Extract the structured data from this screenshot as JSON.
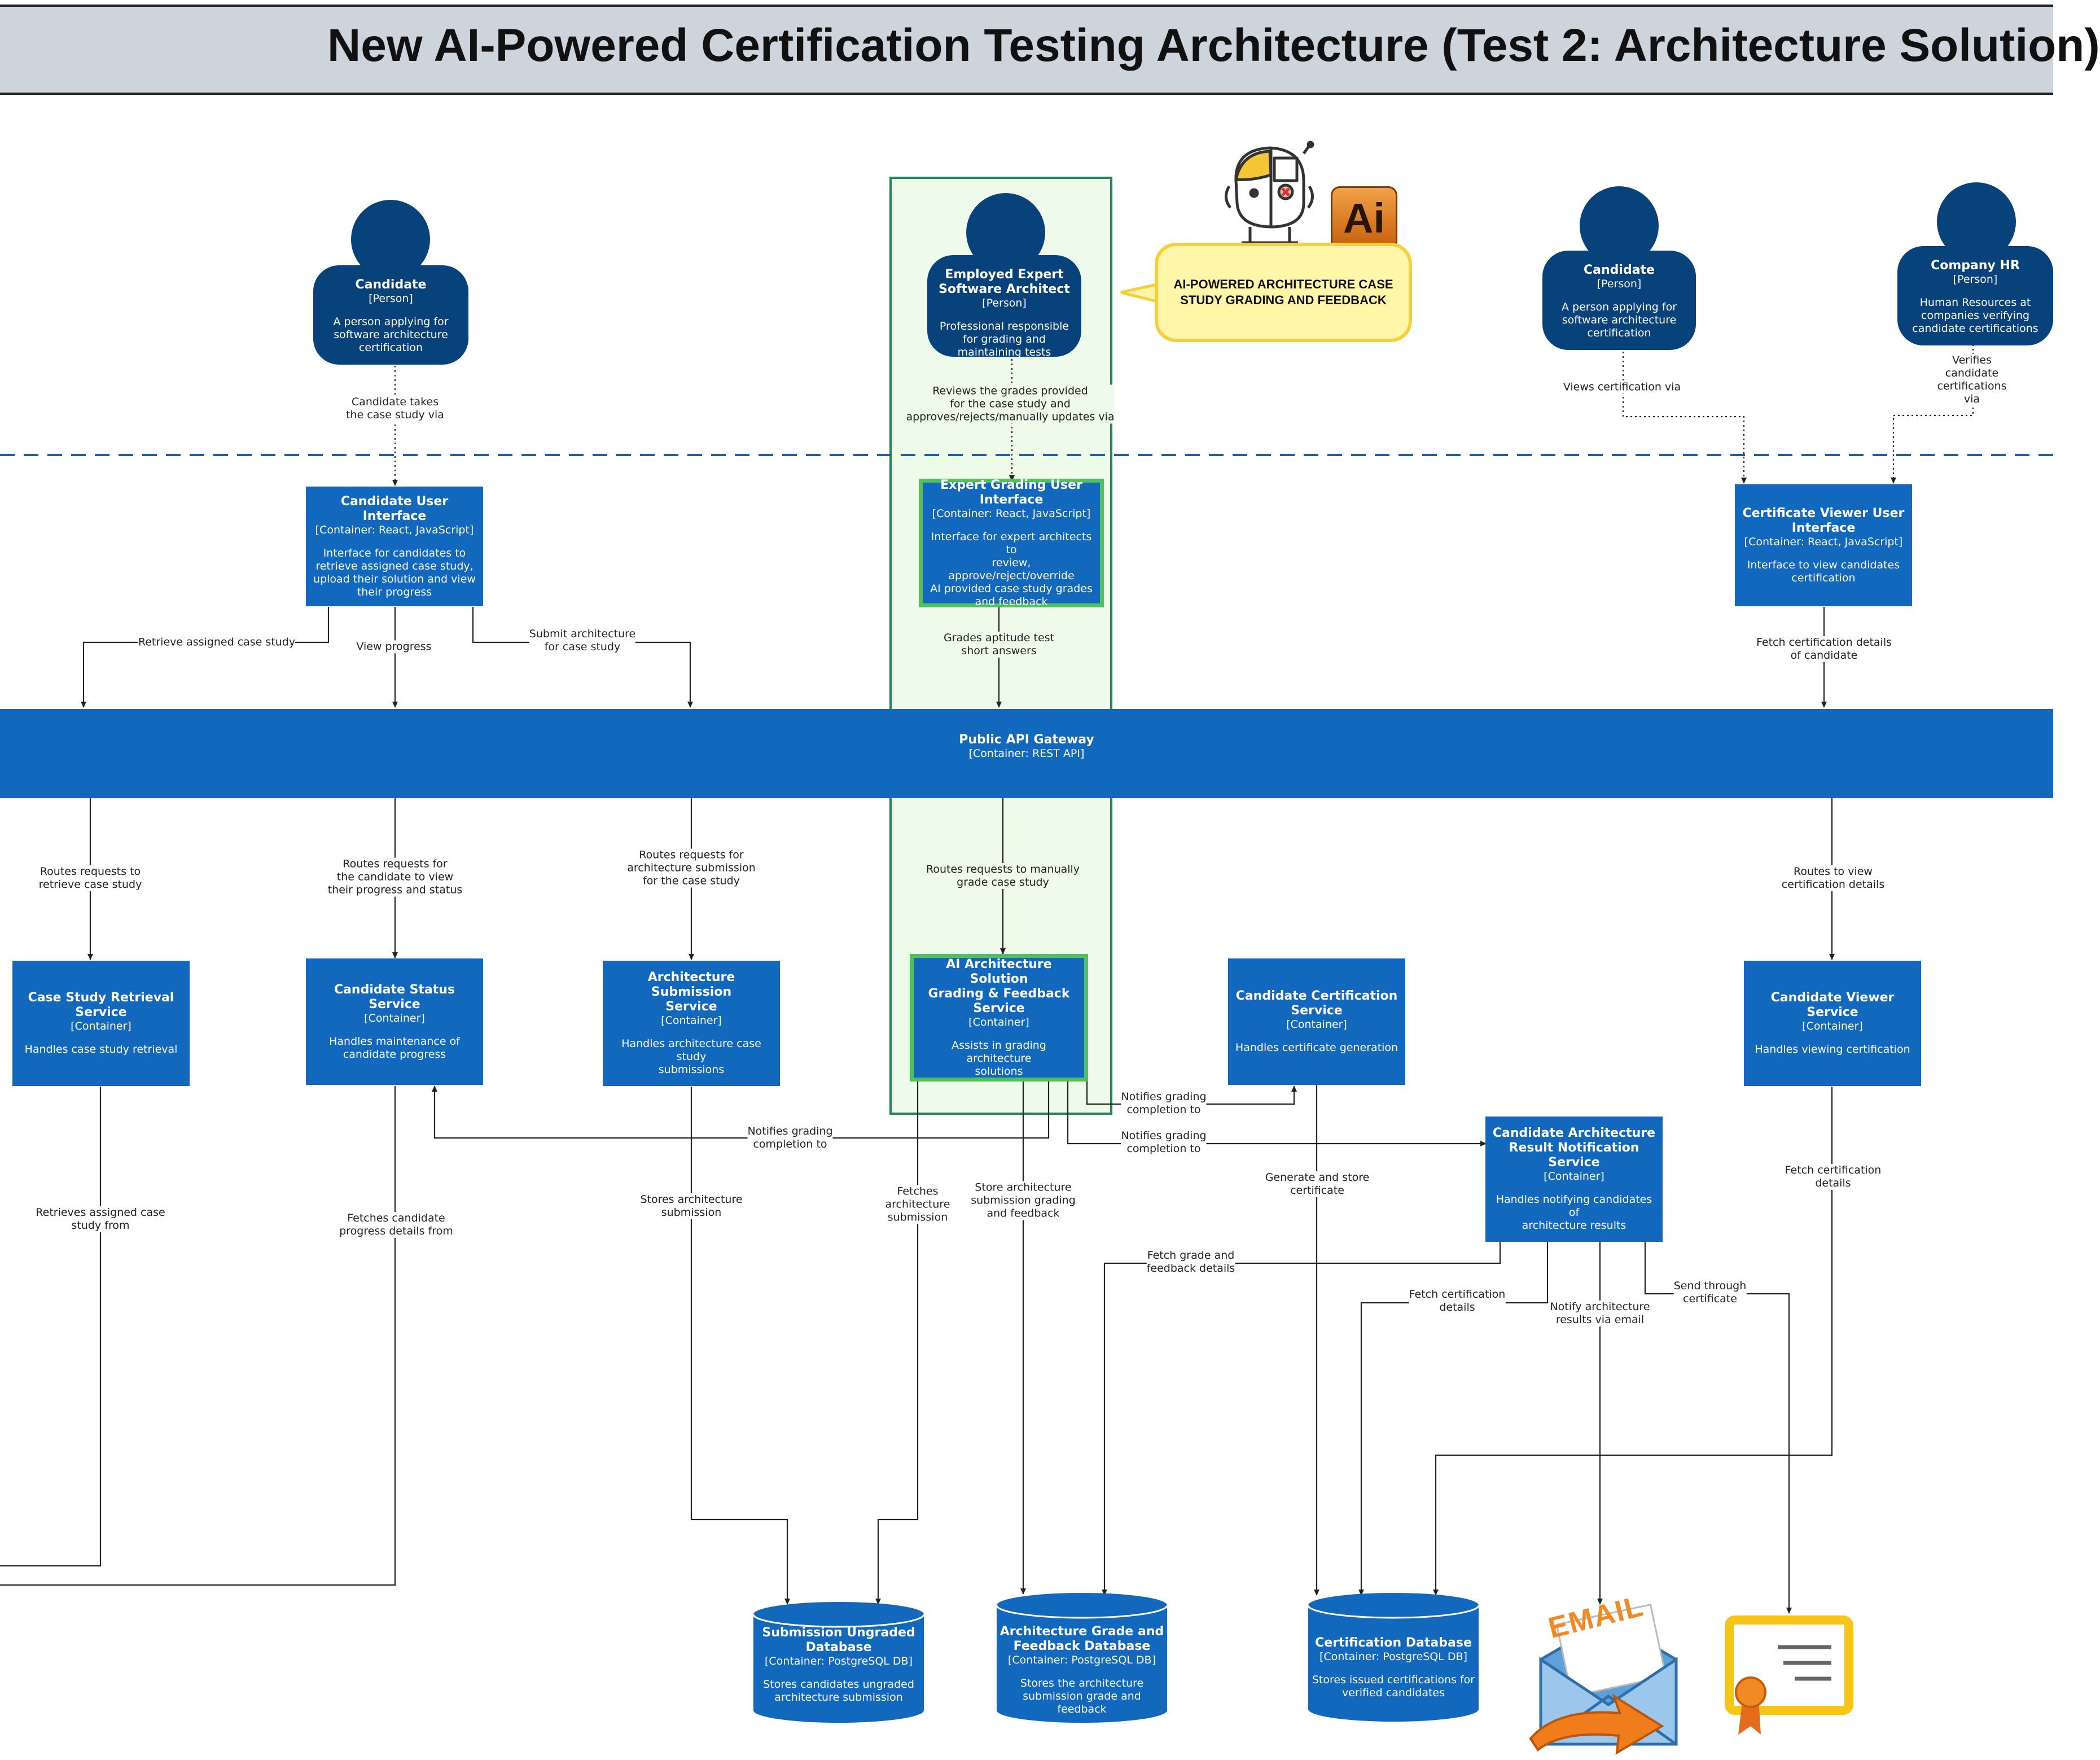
{
  "title": "New AI-Powered Certification Testing Architecture (Test 2: Architecture Solution)",
  "callout": "AI-POWERED ARCHITECTURE CASE\nSTUDY GRADING AND FEEDBACK",
  "ai_badge": "Ai",
  "email_art_text": "EMAIL",
  "persons": {
    "candidate_left": {
      "name": "Candidate",
      "type": "[Person]",
      "desc": "A person applying for\nsoftware architecture\ncertification"
    },
    "expert": {
      "name": "Employed Expert\nSoftware Architect",
      "type": "[Person]",
      "desc": "Professional responsible\nfor grading and\nmaintaining tests"
    },
    "candidate_right": {
      "name": "Candidate",
      "type": "[Person]",
      "desc": "A person applying for\nsoftware architecture\ncertification"
    },
    "company_hr": {
      "name": "Company HR",
      "type": "[Person]",
      "desc": "Human Resources at\ncompanies verifying\ncandidate certifications"
    }
  },
  "containers": {
    "candidate_ui": {
      "name": "Candidate User Interface",
      "type": "[Container: React, JavaScript]",
      "desc": "Interface for candidates to\nretrieve assigned case study,\nupload their solution and view\ntheir progress"
    },
    "expert_ui": {
      "name": "Expert Grading User\nInterface",
      "type": "[Container: React, JavaScript]",
      "desc": "Interface for expert architects to\nreview, approve/reject/override\nAI provided case study grades\nand feedback"
    },
    "cert_viewer_ui": {
      "name": "Certificate Viewer User\nInterface",
      "type": "[Container: React, JavaScript]",
      "desc": "Interface to view candidates\ncertification"
    },
    "gateway": {
      "name": "Public API Gateway",
      "type": "[Container: REST API]"
    },
    "case_study_retrieval": {
      "name": "Case Study Retrieval\nService",
      "type": "[Container]",
      "desc": "Handles case study retrieval"
    },
    "candidate_status": {
      "name": "Candidate Status Service",
      "type": "[Container]",
      "desc": "Handles maintenance of\ncandidate progress"
    },
    "arch_submission": {
      "name": "Architecture Submission\nService",
      "type": "[Container]",
      "desc": "Handles architecture case study\nsubmissions"
    },
    "ai_grading": {
      "name": "AI Architecture Solution\nGrading & Feedback  Service",
      "type": "[Container]",
      "desc": "Assists in grading architecture\nsolutions"
    },
    "candidate_cert": {
      "name": "Candidate  Certification\nService",
      "type": "[Container]",
      "desc": "Handles certificate generation"
    },
    "candidate_viewer": {
      "name": "Candidate Viewer Service",
      "type": "[Container]",
      "desc": "Handles viewing certification"
    },
    "result_notification": {
      "name": "Candidate Architecture\nResult Notification Service",
      "type": "[Container]",
      "desc": "Handles notifying candidates of\narchitecture results"
    }
  },
  "databases": {
    "ungraded": {
      "name": "Submission Ungraded\nDatabase",
      "type": "[Container: PostgreSQL DB]",
      "desc": "Stores candidates ungraded\narchitecture submission"
    },
    "grade_feedback": {
      "name": "Architecture Grade and\nFeedback Database",
      "type": "[Container: PostgreSQL DB]",
      "desc": "Stores the architecture\nsubmission grade and feedback"
    },
    "certification": {
      "name": "Certification Database",
      "type": "[Container: PostgreSQL DB]",
      "desc": "Stores issued certifications for\nverified candidates"
    }
  },
  "edge_labels": {
    "candidate_takes": "Candidate takes\nthe case study via",
    "reviews_grades": "Reviews the grades provided\nfor the case study and\napproves/rejects/manually updates via",
    "views_cert": "Views certification via",
    "verifies_cert": "Verifies candidate\ncertifications via",
    "retrieve_case": "Retrieve assigned  case study",
    "view_progress": "View progress",
    "submit_arch": "Submit architecture\nfor case study",
    "grades_aptitude": "Grades aptitude test\nshort answers",
    "fetch_cert_details_ui": "Fetch certification details\nof candidate",
    "routes_retrieve": "Routes requests to\nretrieve case study",
    "routes_progress": "Routes requests for\nthe candidate to view\ntheir progress and status",
    "routes_submission": "Routes requests for\narchitecture submission\nfor the case study",
    "routes_manual_grade": "Routes requests to manually\ngrade case study",
    "routes_view_cert": "Routes to view\ncertification details",
    "notifies_status": "Notifies grading\ncompletion to",
    "notifies_cert": "Notifies grading\ncompletion to",
    "notifies_result": "Notifies grading\ncompletion to",
    "retrieves_assigned": "Retrieves assigned case\nstudy from",
    "fetches_progress": "Fetches candidate\nprogress details from",
    "stores_submission": "Stores architecture\nsubmission",
    "fetches_submission": "Fetches\narchitecture\nsubmission",
    "store_grading": "Store architecture\nsubmission grading\nand feedback",
    "generate_store_cert": "Generate and store\ncertificate",
    "fetch_grade_feedback": "Fetch grade and\nfeedback details",
    "fetch_cert_details_db": "Fetch certification\ndetails",
    "notify_email": "Notify architecture\nresults via email",
    "send_certificate": "Send through\ncertificate",
    "fetch_cert_viewer": "Fetch certification\ndetails"
  },
  "colors": {
    "container": "#1168bd",
    "person": "#08427b",
    "ai_zone_fill": "#eefaea",
    "ai_zone_border": "#1e8a5c",
    "highlight_border": "#55bf5d",
    "callout_fill": "#fff6a8",
    "callout_border": "#f5cf3c",
    "boundary_dash": "#1f5fa8"
  }
}
